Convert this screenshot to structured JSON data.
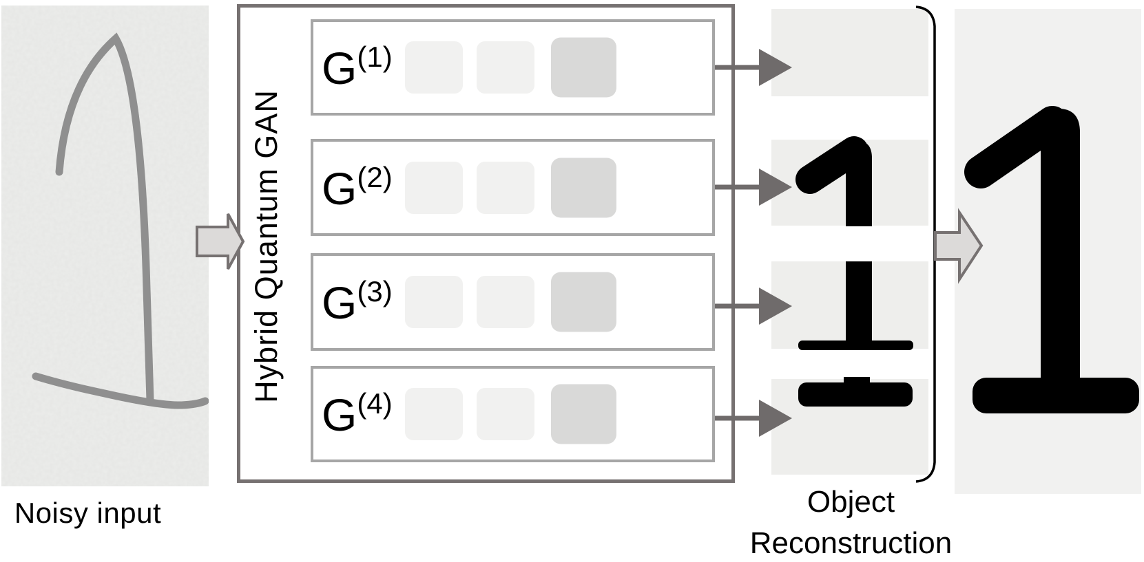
{
  "labels": {
    "noisy_input": "Noisy input",
    "gan_title": "Hybrid Quantum GAN",
    "object_reconstruction_line1": "Object",
    "object_reconstruction_line2": "Reconstruction"
  },
  "gan": {
    "generators": [
      {
        "base": "G",
        "sup": "(1)"
      },
      {
        "base": "G",
        "sup": "(2)"
      },
      {
        "base": "G",
        "sup": "(3)"
      },
      {
        "base": "G",
        "sup": "(4)"
      }
    ],
    "chips_per_generator": 3
  },
  "reconstruction": {
    "patch_count": 4,
    "digit_shown": "1"
  },
  "noisy_input": {
    "digit_shown": "1"
  },
  "colors": {
    "outer_box_border": "#767171",
    "inner_box_border": "#a6a6a6",
    "chip_light": "#f1f1f0",
    "chip_dark": "#d9d9d8",
    "patch_fill": "#eeeeec",
    "panel_fill": "#f1f1f0",
    "arrow_fill": "#dcdad9",
    "arrow_dark": "#767171",
    "digit_color": "#000000",
    "noisy_stroke": "#8f8f8f"
  }
}
